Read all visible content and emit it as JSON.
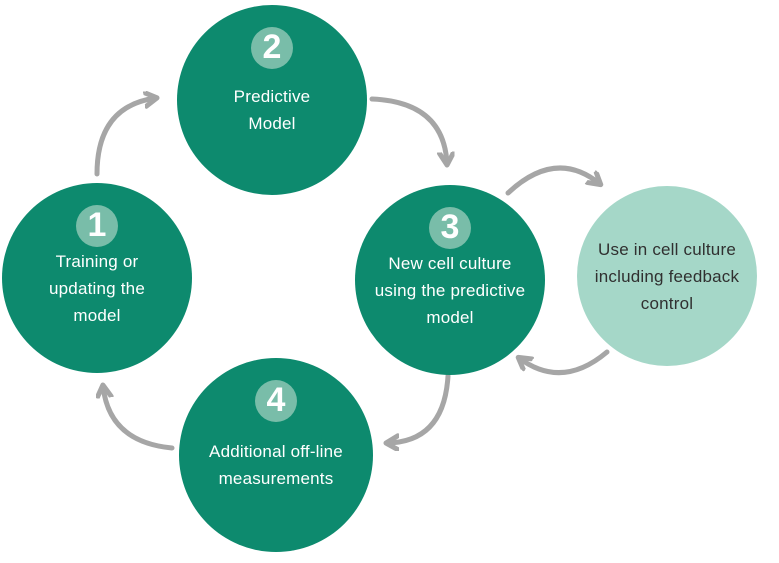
{
  "diagram": {
    "type": "cycle-diagram",
    "description": "Model training and cell-culture feedback cycle",
    "nodes": [
      {
        "id": "node-1",
        "number": "1",
        "style": "dark",
        "label": "Training or\nupdating the\nmodel"
      },
      {
        "id": "node-2",
        "number": "2",
        "style": "dark",
        "label": "Predictive\nModel"
      },
      {
        "id": "node-3",
        "number": "3",
        "style": "dark",
        "label": "New cell culture\nusing the predictive\nmodel"
      },
      {
        "id": "node-4",
        "number": "4",
        "style": "dark",
        "label": "Additional off-line\nmeasurements"
      },
      {
        "id": "node-feedback",
        "number": "",
        "style": "light",
        "label": "Use in cell culture\nincluding feedback\ncontrol"
      }
    ],
    "arrows": [
      {
        "id": "arrow-1-to-2",
        "from": "node-1",
        "to": "node-2"
      },
      {
        "id": "arrow-2-to-3",
        "from": "node-2",
        "to": "node-3"
      },
      {
        "id": "arrow-3-to-feedback",
        "from": "node-3",
        "to": "node-feedback"
      },
      {
        "id": "arrow-feedback-to-3",
        "from": "node-feedback",
        "to": "node-3"
      },
      {
        "id": "arrow-3-to-4",
        "from": "node-3",
        "to": "node-4"
      },
      {
        "id": "arrow-4-to-1",
        "from": "node-4",
        "to": "node-1"
      }
    ],
    "colors": {
      "dark_circle": "#0d8a6e",
      "light_circle": "#a5d7c8",
      "number_badge": "#79bda9",
      "number_text": "#ffffff",
      "dark_circle_text": "#ffffff",
      "light_circle_text": "#303030",
      "arrow": "#a6a6a6",
      "background": "#ffffff"
    }
  }
}
